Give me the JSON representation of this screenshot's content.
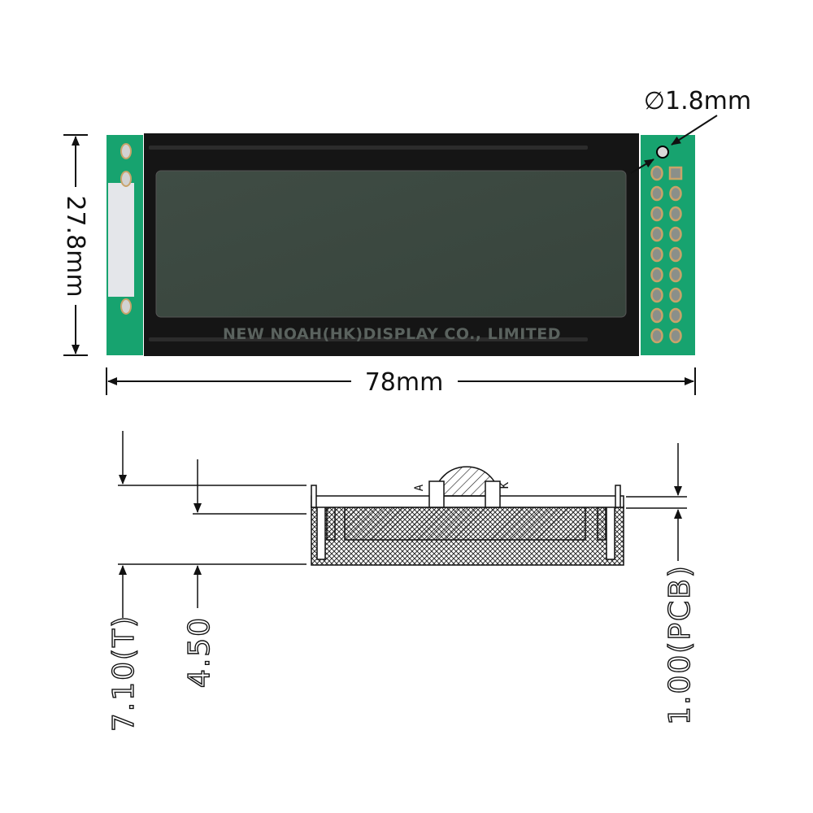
{
  "top_view": {
    "watermark": "NEW NOAH(HK)DISPLAY CO., LIMITED",
    "height_label": "27.8mm",
    "width_label": "78mm",
    "hole_label": "∅1.8mm",
    "pin_rows": 9,
    "colors": {
      "pcb": "#17a36f",
      "bezel": "#151515",
      "screen": "#3c4a42",
      "pad": "#c9a36a"
    }
  },
  "side_view": {
    "anode_label": "A",
    "cathode_label": "K",
    "total_thickness_label": "7.10(T)",
    "module_thickness_label": "4.50",
    "pcb_thickness_label": "1.00(PCB)"
  }
}
